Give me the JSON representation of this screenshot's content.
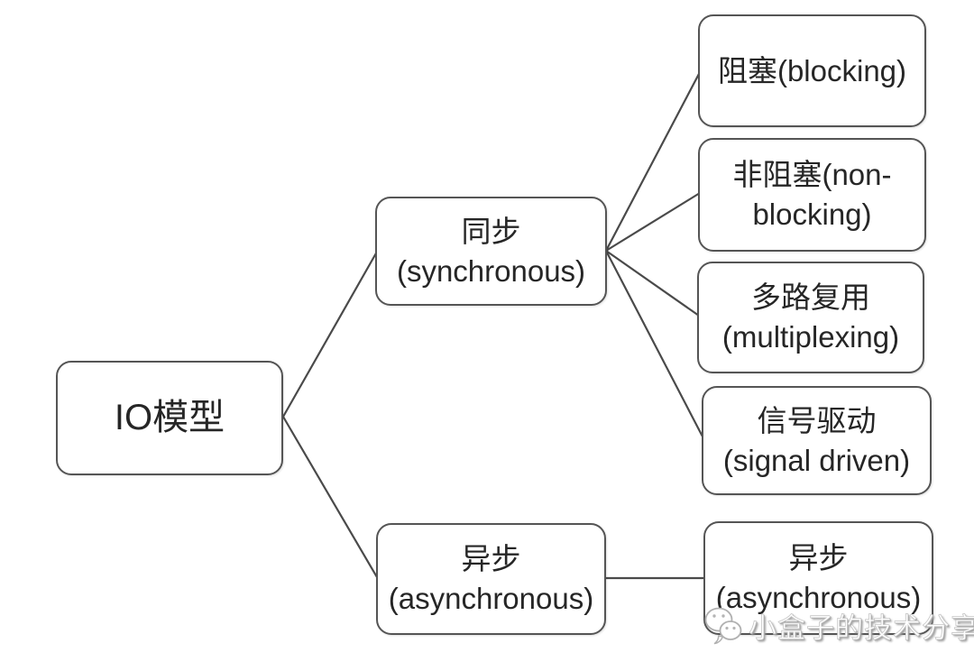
{
  "nodes": {
    "root": {
      "line1": "IO模型"
    },
    "sync": {
      "line1": "同步",
      "line2": "(synchronous)"
    },
    "async_mid": {
      "line1": "异步",
      "line2": "(asynchronous)"
    },
    "blocking": {
      "line1": "阻塞(blocking)"
    },
    "non_blocking": {
      "line1": "非阻塞(non-",
      "line2": "blocking)"
    },
    "multiplexing": {
      "line1": "多路复用",
      "line2": "(multiplexing)"
    },
    "signal_driven": {
      "line1": "信号驱动",
      "line2": "(signal driven)"
    },
    "async_right": {
      "line1": "异步",
      "line2": "(asynchronous)"
    }
  },
  "edges": [
    [
      "root",
      "sync"
    ],
    [
      "root",
      "async_mid"
    ],
    [
      "sync",
      "blocking"
    ],
    [
      "sync",
      "non_blocking"
    ],
    [
      "sync",
      "multiplexing"
    ],
    [
      "sync",
      "signal_driven"
    ],
    [
      "async_mid",
      "async_right"
    ]
  ],
  "watermark": {
    "icon": "wechat-chat-bubbles-icon",
    "text": "小盒子的技术分享"
  },
  "colors": {
    "background": "#ffffff",
    "box_border": "#555555",
    "connector": "#4a4a4a",
    "text": "#262626",
    "watermark_shadow": "#9a9a9a"
  }
}
